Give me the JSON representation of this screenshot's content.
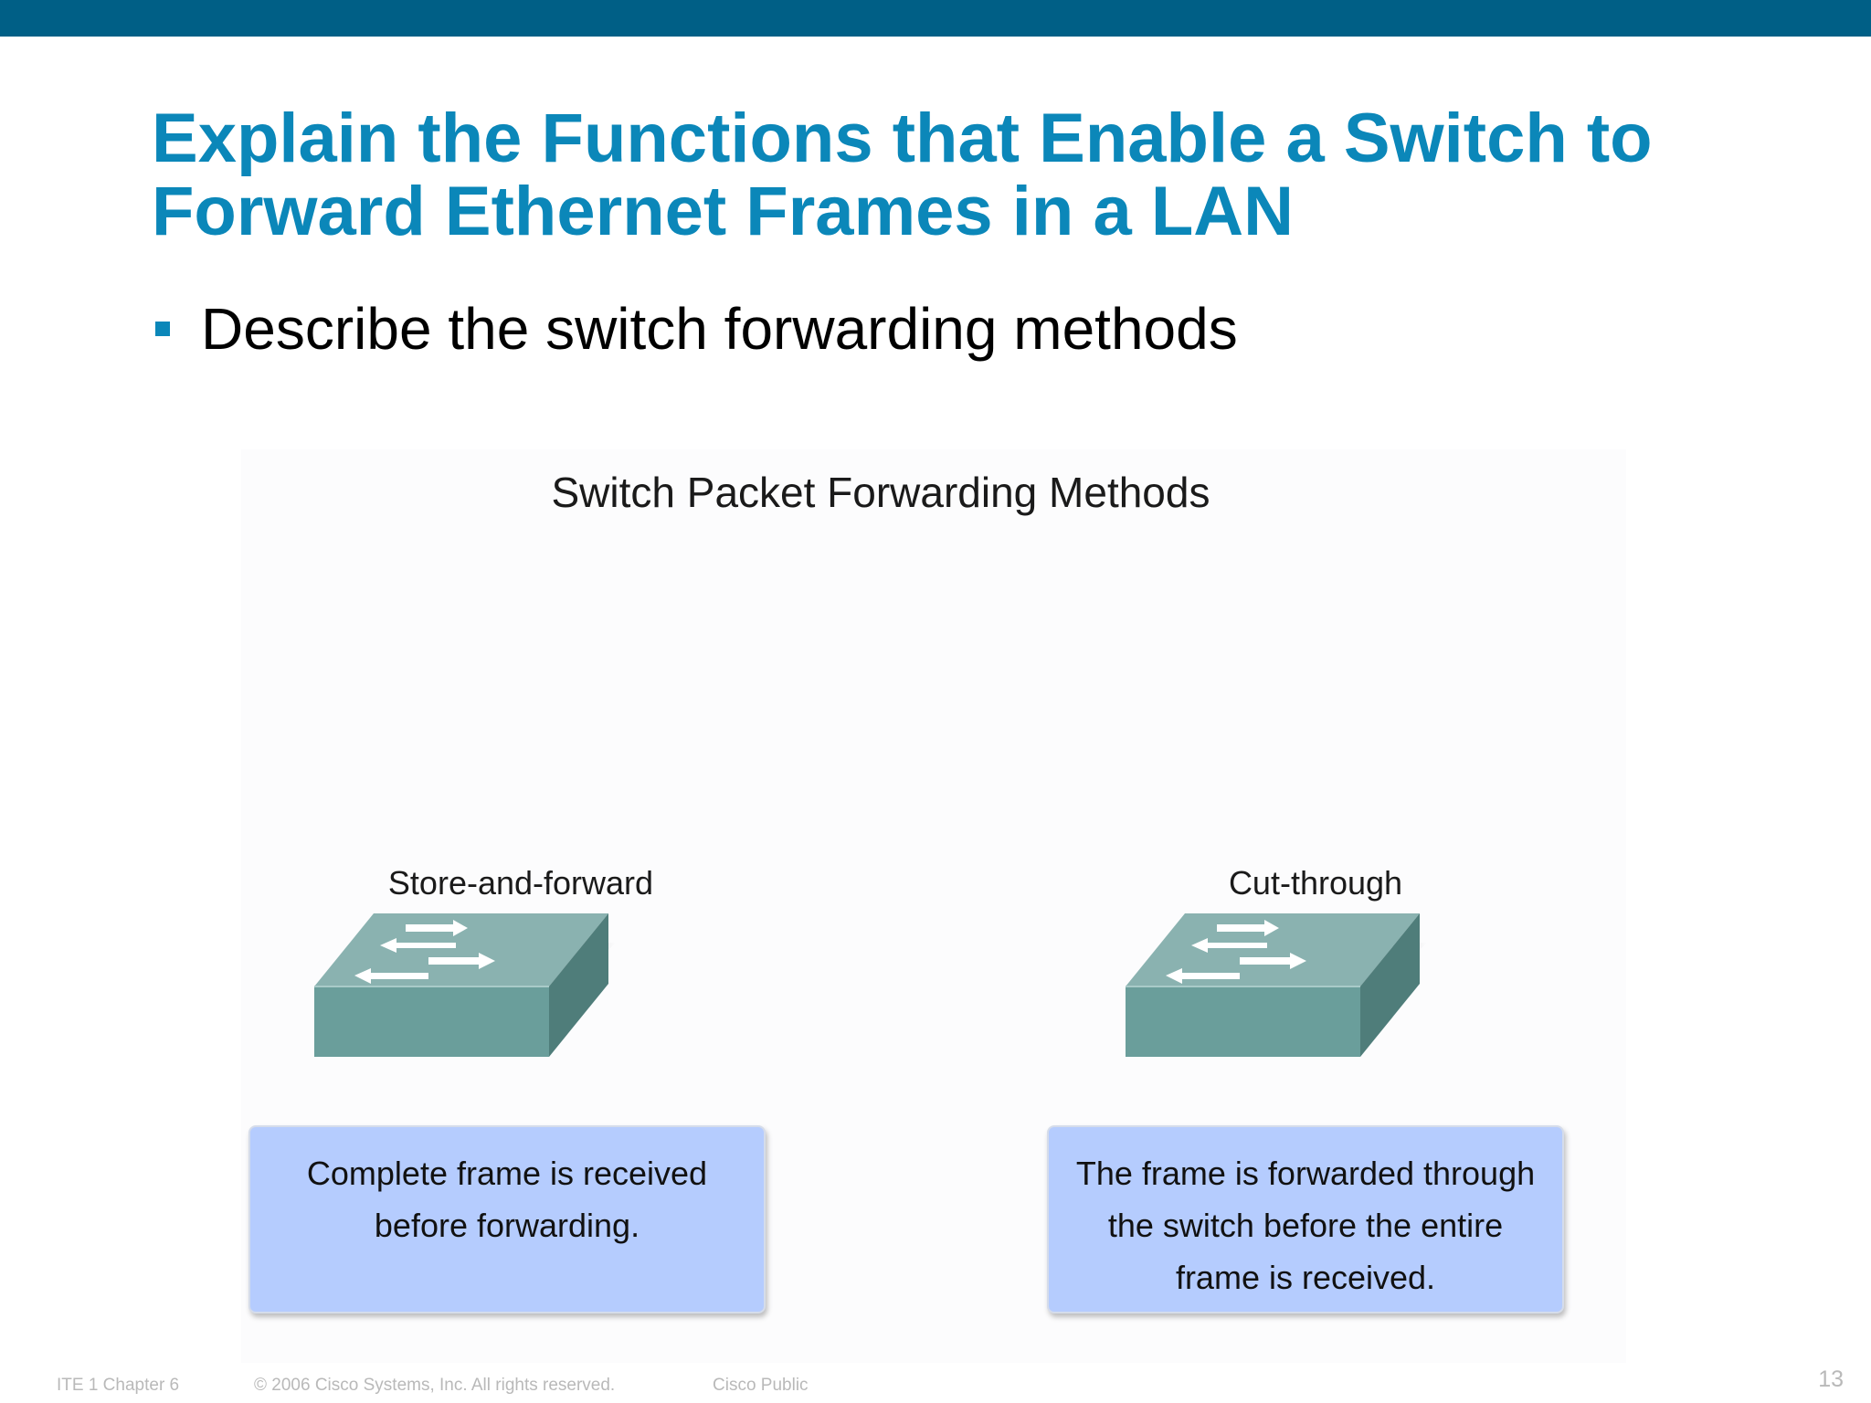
{
  "slide": {
    "title": "Explain the Functions that Enable a Switch to Forward Ethernet Frames in a LAN",
    "bullet": "Describe the switch forwarding methods"
  },
  "figure": {
    "title": "Switch Packet Forwarding Methods",
    "methods": [
      {
        "label": "Store-and-forward",
        "description": "Complete frame is received before forwarding.",
        "icon": "switch-icon"
      },
      {
        "label": "Cut-through",
        "description": "The frame is forwarded through the switch before the entire frame is received.",
        "icon": "switch-icon"
      }
    ],
    "switch_colors": {
      "top": "#8ab2b0",
      "front": "#6a9e9b",
      "side": "#4f7d7a",
      "arrow": "#ffffff",
      "desc_box": "#b5ccfe"
    }
  },
  "footer": {
    "course": "ITE 1 Chapter 6",
    "copyright": "© 2006 Cisco Systems, Inc. All rights reserved.",
    "classification": "Cisco Public",
    "page_number": "13"
  },
  "colors": {
    "top_bar": "#005f86",
    "title": "#0b87b9",
    "bullet": "#0b87b9"
  }
}
